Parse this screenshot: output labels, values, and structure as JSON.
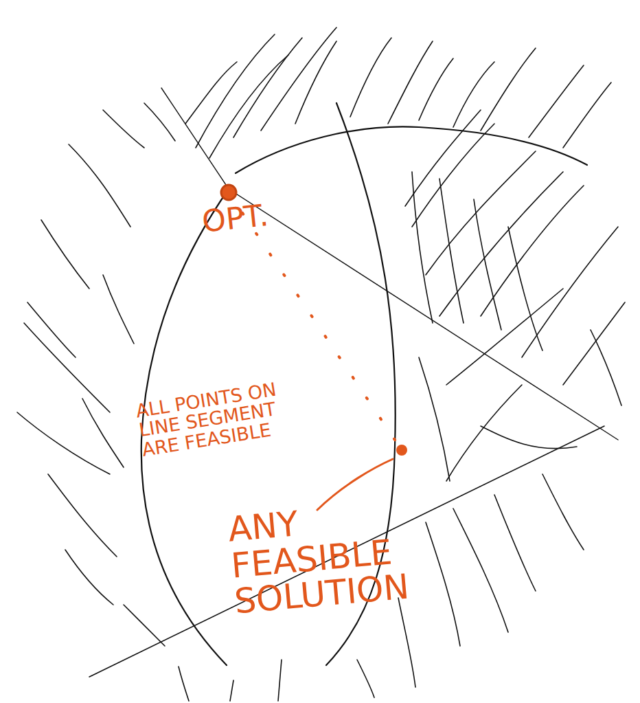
{
  "diagram": {
    "labels": [
      "OPT.",
      "ALL POINTS ON LINE SEGMENT ARE FEASIBLE",
      "ANY FEASIBLE SOLUTION"
    ]
  }
}
